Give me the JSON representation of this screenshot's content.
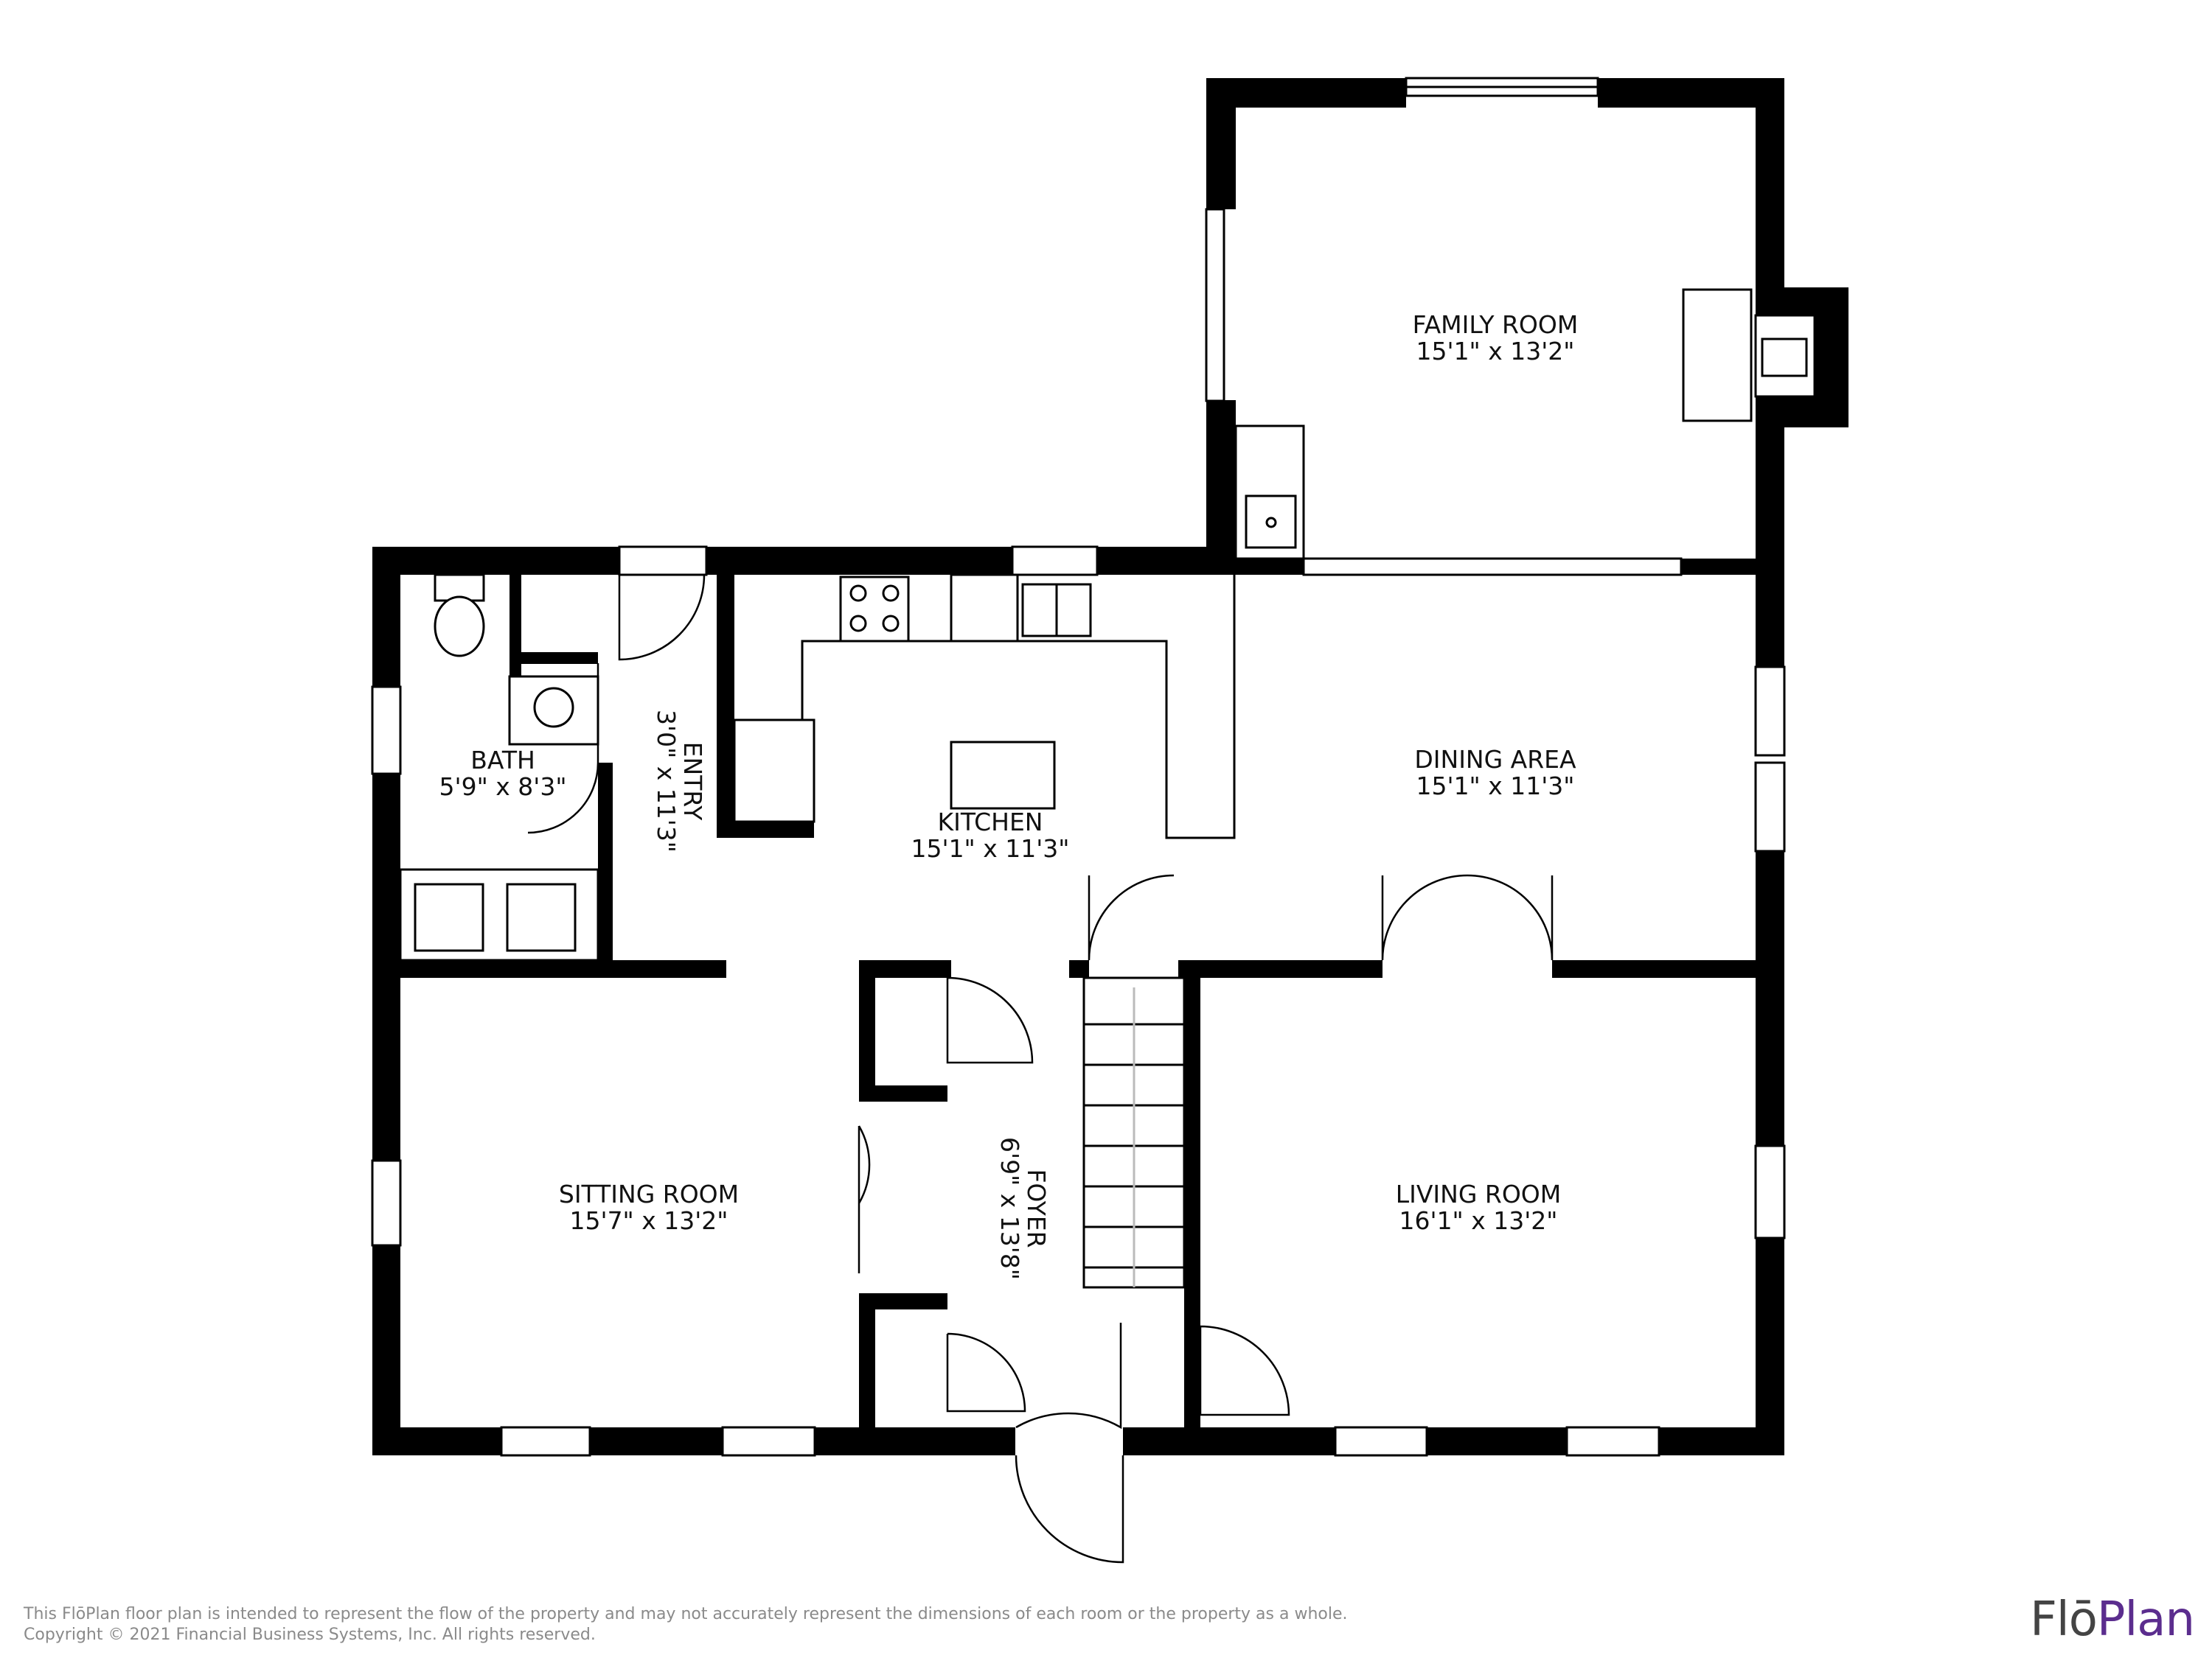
{
  "rooms": {
    "family_room": {
      "name": "FAMILY ROOM",
      "size": "15'1\" x 13'2\""
    },
    "dining_area": {
      "name": "DINING AREA",
      "size": "15'1\" x 11'3\""
    },
    "kitchen": {
      "name": "KITCHEN",
      "size": "15'1\" x 11'3\""
    },
    "bath": {
      "name": "BATH",
      "size": "5'9\" x 8'3\""
    },
    "entry": {
      "name": "ENTRY",
      "size": "3'0\" x 11'3\""
    },
    "sitting_room": {
      "name": "SITTING ROOM",
      "size": "15'7\" x 13'2\""
    },
    "foyer": {
      "name": "FOYER",
      "size": "6'9\" x 13'8\""
    },
    "living_room": {
      "name": "LIVING ROOM",
      "size": "16'1\" x 13'2\""
    }
  },
  "footer": {
    "disclaimer_line1": "This FlōPlan floor plan is intended to represent the flow of the property and may not accurately represent the dimensions of each room or the property as a whole.",
    "disclaimer_line2": "Copyright © 2021 Financial Business Systems, Inc. All rights reserved.",
    "logo_flo": "Flō",
    "logo_plan": "Plan"
  },
  "colors": {
    "wall": "#000000",
    "brand_purple": "#5b2d8e",
    "brand_gray": "#444444",
    "disclaimer": "#8a8a8a"
  }
}
